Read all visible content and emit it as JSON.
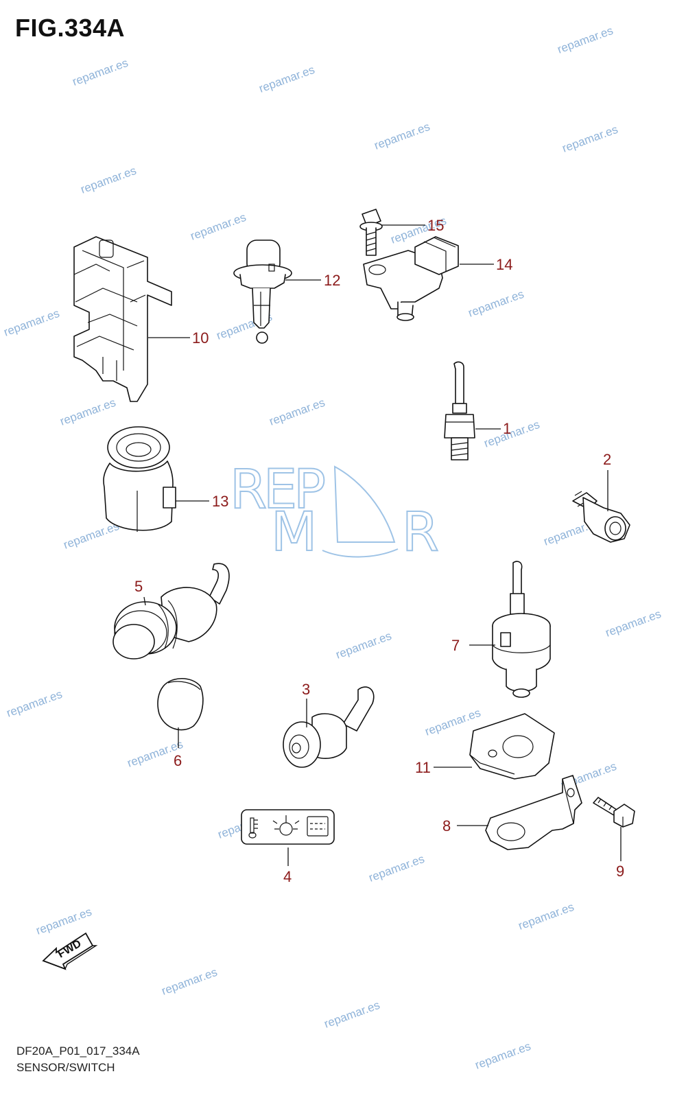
{
  "figure": {
    "title": "FIG.334A",
    "code": "DF20A_P01_017_334A",
    "name": "SENSOR/SWITCH",
    "fwd_label": "FWD"
  },
  "logo": {
    "line1": "REP",
    "line2": "M  R"
  },
  "watermark_text": "repamar.es",
  "callouts": {
    "c1": "1",
    "c2": "2",
    "c3": "3",
    "c4": "4",
    "c5": "5",
    "c6": "6",
    "c7": "7",
    "c8": "8",
    "c9": "9",
    "c10": "10",
    "c11": "11",
    "c12": "12",
    "c13": "13",
    "c14": "14",
    "c15": "15"
  },
  "colors": {
    "callout": "#8b1a1a",
    "watermark": "#8fb3d9",
    "logo": "#9ec3e6"
  }
}
